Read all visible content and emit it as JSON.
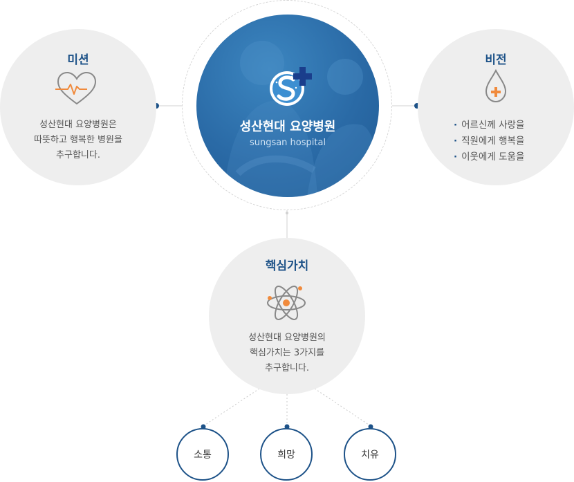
{
  "center": {
    "title": "성산현대 요양병원",
    "subtitle": "sungsan hospital"
  },
  "mission": {
    "title": "미션",
    "description_lines": [
      "성산현대 요양병원은",
      "따뜻하고 행복한 병원을",
      "추구합니다."
    ]
  },
  "vision": {
    "title": "비전",
    "items": [
      "어르신께 사랑을",
      "직원에게 행복을",
      "이웃에게 도움을"
    ]
  },
  "core_values": {
    "title": "핵심가치",
    "description_lines": [
      "성산현대 요양병원의",
      "핵심가치는 3가지를",
      "추구합니다."
    ],
    "values": [
      "소통",
      "희망",
      "치유"
    ]
  },
  "colors": {
    "accent_navy": "#1d5288",
    "accent_orange": "#f08a3c",
    "circle_bg": "#eeeeee",
    "center_blue": "#2a6aa6"
  },
  "icons": {
    "mission": "heart-pulse-icon",
    "vision": "drop-plus-icon",
    "core": "atom-icon",
    "logo": "hospital-s-plus-logo"
  }
}
